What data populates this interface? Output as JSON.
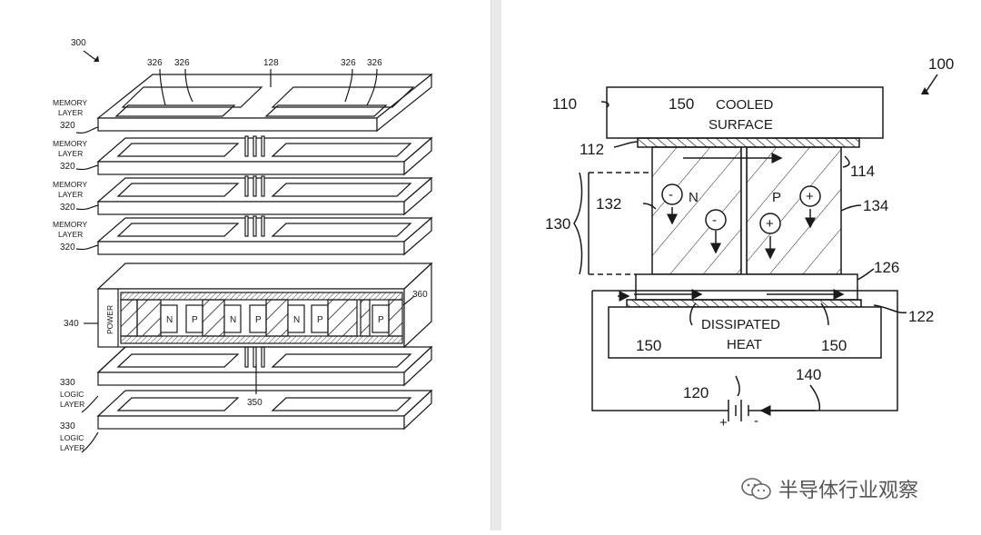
{
  "left_figure": {
    "ref_300": "300",
    "label_326": "326",
    "label_128": "128",
    "memory_layer": [
      "MEMORY",
      "LAYER"
    ],
    "label_320": "320",
    "label_340": "340",
    "power": "POWER",
    "label_360": "360",
    "n": "N",
    "p": "P",
    "label_350": "350",
    "logic_layer": [
      "LOGIC",
      "LAYER"
    ],
    "label_330": "330"
  },
  "right_figure": {
    "ref_100": "100",
    "label_110": "110",
    "cooled_surface": [
      "COOLED",
      "SURFACE"
    ],
    "label_150": "150",
    "label_112": "112",
    "label_114": "114",
    "label_130": "130",
    "label_132": "132",
    "label_134": "134",
    "n": "N",
    "p": "P",
    "minus": "-",
    "plus": "+",
    "label_126": "126",
    "label_122": "122",
    "dissipated_heat": [
      "DISSIPATED",
      "HEAT"
    ],
    "label_120": "120",
    "label_140": "140"
  },
  "watermark": {
    "text": "半导体行业观察",
    "icon": "wechat-icon"
  }
}
